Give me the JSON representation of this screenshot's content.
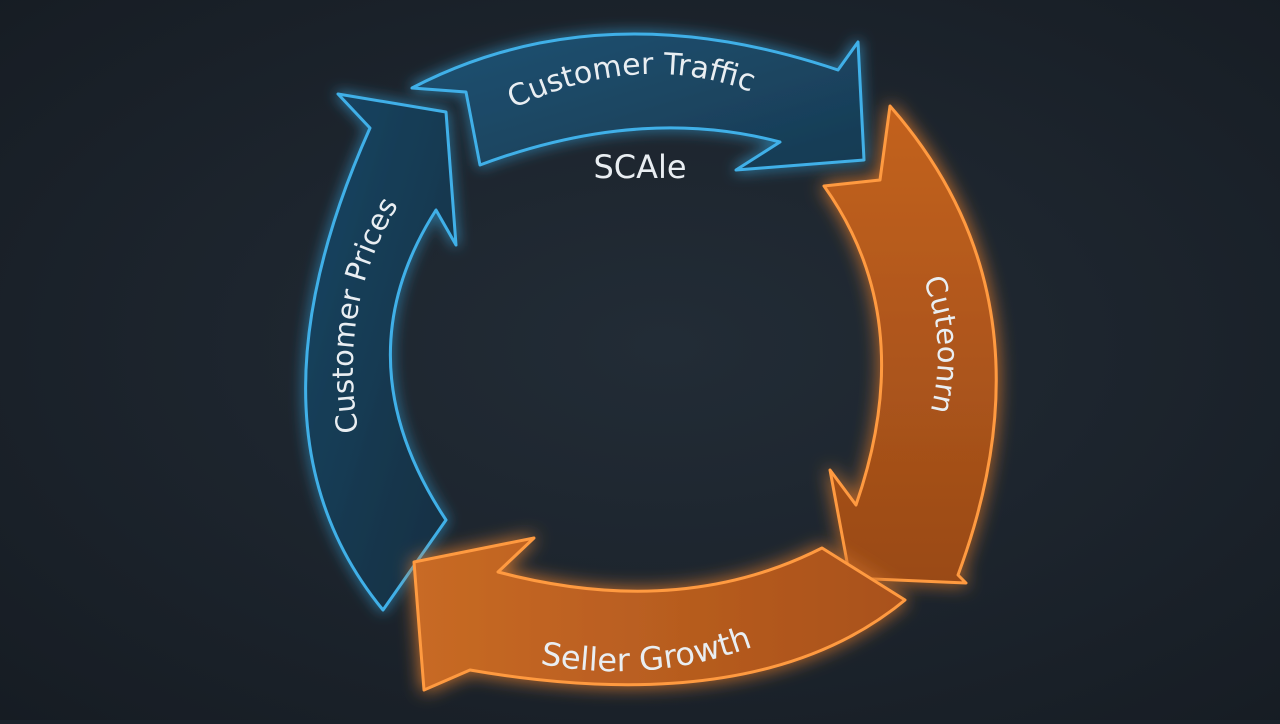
{
  "diagram": {
    "center_label": "SCAle",
    "arrows": [
      {
        "id": "top",
        "label": "Customer Traffic",
        "color": "#3aa5dd",
        "fill": "#1d4a68"
      },
      {
        "id": "right",
        "label": "Cuteonrn",
        "color": "#f08a33",
        "fill": "#b55a1b"
      },
      {
        "id": "bottom",
        "label": "Seller Growth",
        "color": "#f08a33",
        "fill": "#c2621f"
      },
      {
        "id": "left",
        "label": "Customer Prices",
        "color": "#3aa5dd",
        "fill": "#1a3d56"
      }
    ]
  }
}
